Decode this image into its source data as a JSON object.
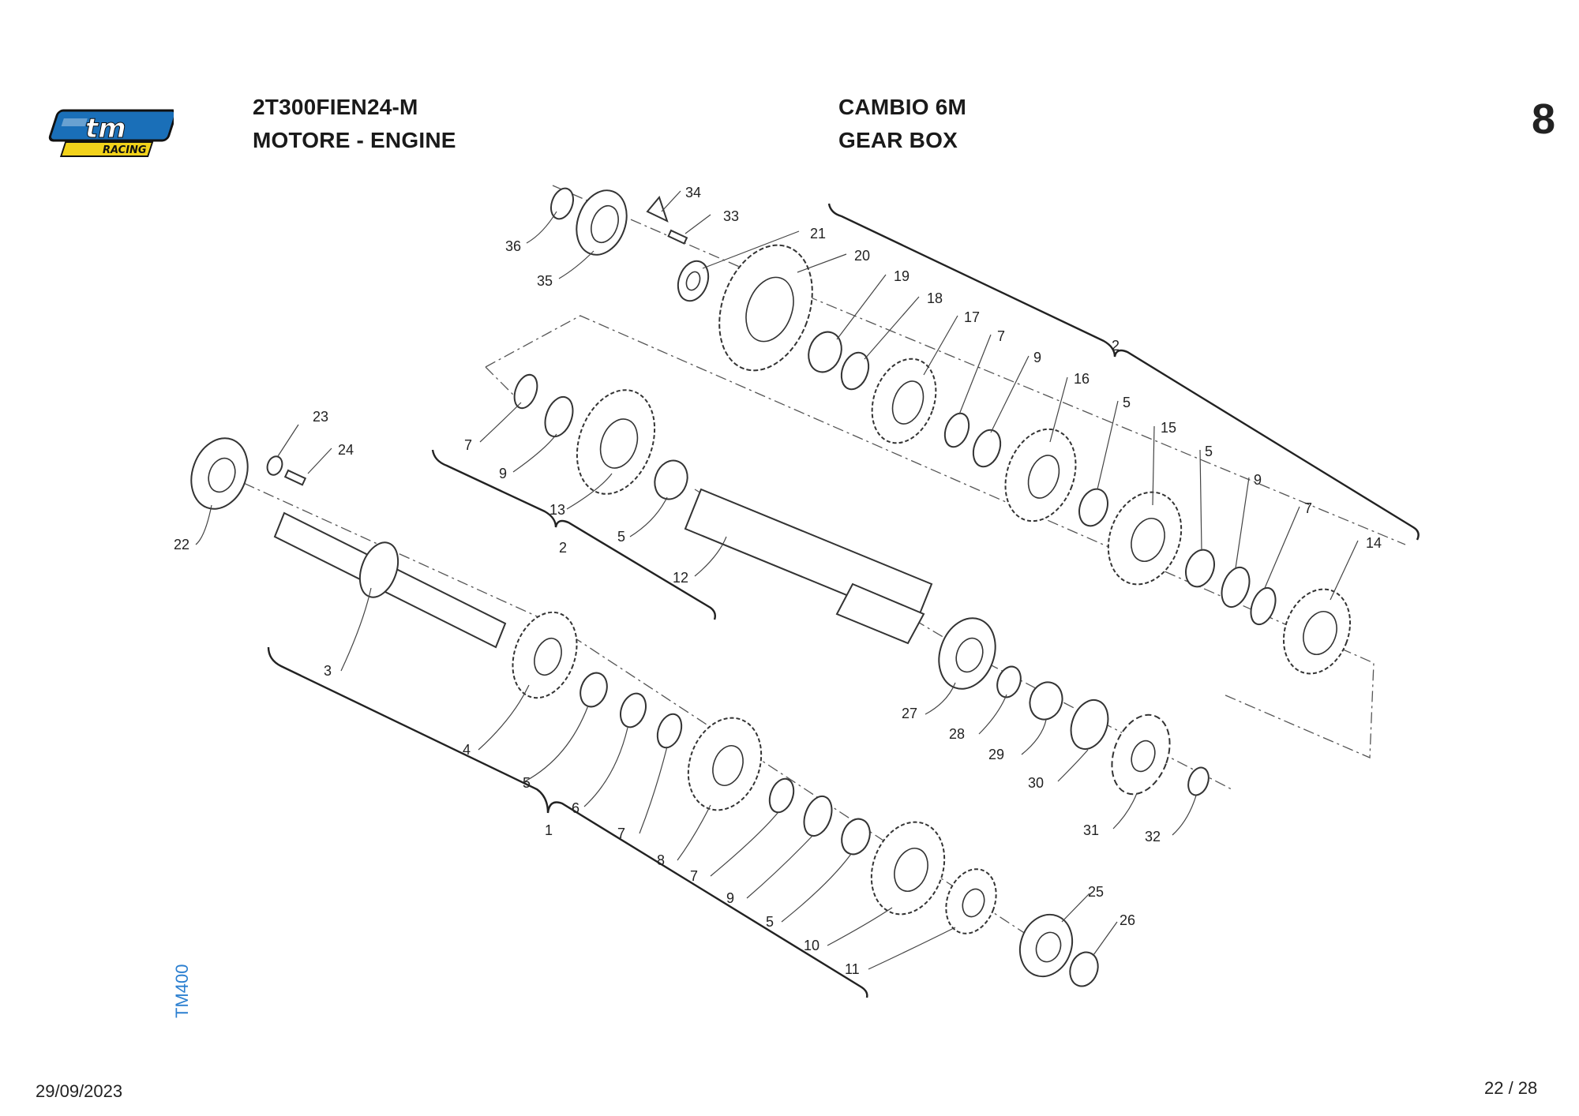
{
  "header": {
    "logo_text": "tm",
    "logo_sub": "RACING",
    "code": "2T300FIEN24-M",
    "group": "MOTORE - ENGINE",
    "title_it": "CAMBIO 6M",
    "title_en": "GEAR BOX",
    "page_number": "8"
  },
  "footer": {
    "date": "29/09/2023",
    "pages": "22 / 28",
    "side_label": "TM400"
  },
  "colors": {
    "logo_blue": "#1a6fb8",
    "logo_outline": "#111111",
    "logo_yellow": "#f2d21b",
    "side_label": "#2b7fd0"
  },
  "callouts": [
    "36",
    "35",
    "34",
    "33",
    "21",
    "20",
    "19",
    "18",
    "17",
    "7",
    "9",
    "16",
    "5",
    "15",
    "5",
    "9",
    "7",
    "14",
    "2",
    "7",
    "9",
    "13",
    "5",
    "2",
    "12",
    "23",
    "24",
    "22",
    "3",
    "4",
    "5",
    "6",
    "7",
    "8",
    "7",
    "9",
    "5",
    "10",
    "11",
    "1",
    "25",
    "26",
    "27",
    "28",
    "29",
    "30",
    "31",
    "32"
  ]
}
